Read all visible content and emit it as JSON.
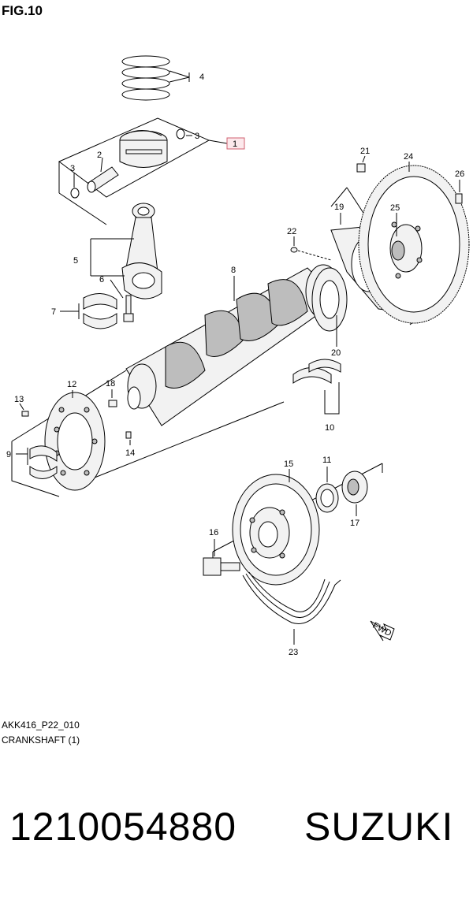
{
  "figure": {
    "title": "FIG.10",
    "code": "AKK416_P22_010",
    "caption": "CRANKSHAFT (1)",
    "fwd_label": "FWD"
  },
  "callouts": [
    "1",
    "2",
    "3",
    "3",
    "4",
    "5",
    "6",
    "7",
    "8",
    "9",
    "10",
    "11",
    "12",
    "13",
    "14",
    "15",
    "16",
    "17",
    "18",
    "19",
    "20",
    "21",
    "22",
    "23",
    "24",
    "25",
    "26"
  ],
  "footer": {
    "part_number": "1210054880",
    "brand": "SUZUKI"
  }
}
